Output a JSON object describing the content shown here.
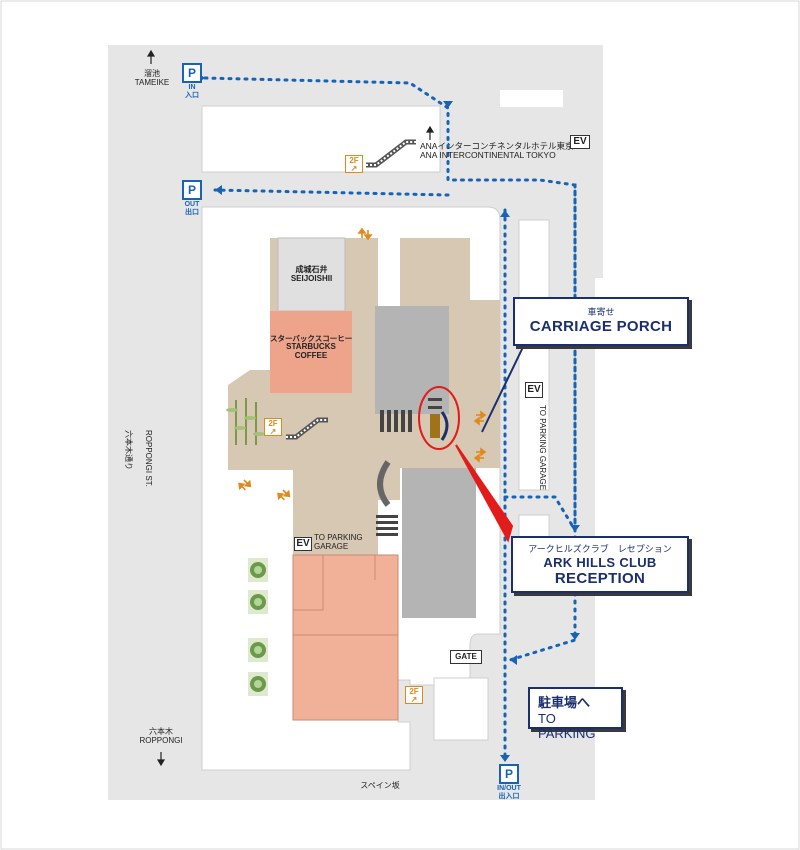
{
  "labels": {
    "tameike_jp": "溜池",
    "tameike_en": "TAMEIKE",
    "hotel_jp": "ANAインターコンチネンタルホテル東京",
    "hotel_en": "ANA INTERCONTINENTAL TOKYO",
    "seijoishii_jp": "成城石井",
    "seijoishii_en": "SEIJOISHII",
    "starbucks_jp": "スターバックスコーヒー",
    "starbucks_en_1": "STARBUCKS",
    "starbucks_en_2": "COFFEE",
    "roppongi_st_jp": "六本木通り",
    "roppongi_st_en": "ROPPONGI ST.",
    "roppongi_jp": "六本木",
    "roppongi_en": "ROPPONGI",
    "spain_zaka": "スペイン坂",
    "gate": "GATE",
    "to_parking_garage_1": "TO PARKING",
    "to_parking_garage_2": "GARAGE",
    "to_parking_garage_v": "TO PARKING GARAGE",
    "ev": "EV"
  },
  "parking_signs": {
    "p": "P",
    "in_en": "IN",
    "in_jp": "入口",
    "out_en": "OUT",
    "out_jp": "出口",
    "inout_en": "IN/OUT",
    "inout_jp": "出入口"
  },
  "floor_badge": {
    "top": "2F",
    "arrow": "↗"
  },
  "callouts": {
    "carriage_porch_jp": "車寄せ",
    "carriage_porch_en": "CARRIAGE PORCH",
    "reception_jp": "アークヒルズクラブ　レセプション",
    "reception_en_1": "ARK HILLS CLUB",
    "reception_en_2": "RECEPTION",
    "to_parking_jp": "駐車場へ",
    "to_parking_en": "TO PARKING"
  },
  "colors": {
    "road": "#e6e6e6",
    "block": "#ffffff",
    "plaza": "#d6c8b3",
    "store": "#e0e0e0",
    "starbucks": "#eea48a",
    "building": "#b4b4b4",
    "lower": "#f1b199",
    "route": "#1763b5",
    "callout_border": "#1c2f6d",
    "highlight": "#e21b1b",
    "orange": "#e08a1e"
  },
  "icons": [
    "arrow-up-icon",
    "arrow-down-icon",
    "escalator-icon",
    "stairs-icon",
    "tree-icon",
    "bamboo-icon",
    "two-way-arrow-icon"
  ]
}
